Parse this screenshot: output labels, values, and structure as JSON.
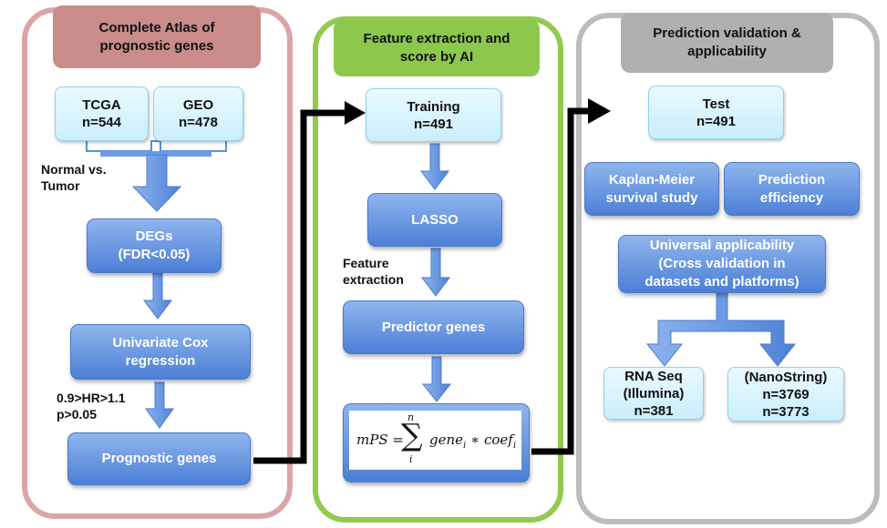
{
  "panels": {
    "left": {
      "title": "Complete Atlas of\nprognostic genes"
    },
    "middle": {
      "title": "Feature extraction and\nscore by AI"
    },
    "right": {
      "title": "Prediction validation &\napplicability"
    }
  },
  "left": {
    "tcga": "TCGA\nn=544",
    "geo": "GEO\nn=478",
    "normal_vs_tumor": "Normal vs.\nTumor",
    "degs": "DEGs\n(FDR<0.05)",
    "univariate_cox": "Univariate Cox\nregression",
    "filter_label": "0.9>HR>1.1\np>0.05",
    "prognostic_genes": "Prognostic genes"
  },
  "middle": {
    "training": "Training\nn=491",
    "lasso": "LASSO",
    "feature_extraction": "Feature\nextraction",
    "predictor_genes": "Predictor genes",
    "formula": {
      "lhs": "mPS =",
      "sum_top": "n",
      "sum_bottom": "i",
      "term": "gene",
      "sub": "i",
      "op": "∗",
      "coef": "coef",
      "coef_sub": "i"
    }
  },
  "right": {
    "test": "Test\nn=491",
    "kaplan_meier": "Kaplan-Meier\nsurvival study",
    "prediction_efficiency": "Prediction\nefficiency",
    "universal": "Universal applicability\n(Cross validation in\ndatasets and platforms)",
    "rnaseq": "RNA Seq\n(Illumina)\nn=381",
    "nanostring": "(NanoString)\nn=3769\nn=3773"
  },
  "colors": {
    "left_border": "#d9a3a3",
    "left_header": "#c98888",
    "middle_border": "#92c94f",
    "middle_header": "#8cc84b",
    "right_border": "#b8b8b8",
    "right_header": "#b0b0b0",
    "arrow_blue": "#5b8fe0",
    "connector": "#000000"
  }
}
